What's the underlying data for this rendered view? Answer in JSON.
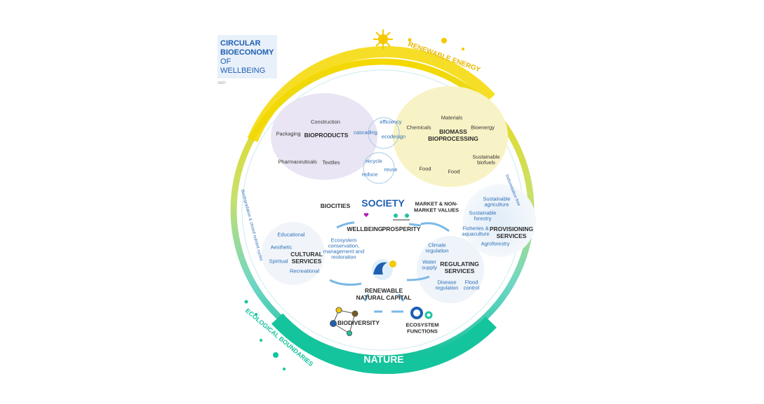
{
  "title": {
    "line1": "CIRCULAR",
    "line2": "BIOECONOMY",
    "line3": "OF WELLBEING",
    "copyright": "©EFI"
  },
  "ring": {
    "energy": "RENEWABLE ENERGY",
    "nature": "NATURE",
    "boundaries": "ECOLOGICAL BOUNDARIES",
    "cycles": "Biodegradation & closed nutrient cycles",
    "deforestation": "Deforestation free"
  },
  "bioproducts": {
    "heading": "BIOPRODUCTS",
    "items": [
      "Packaging",
      "Construction",
      "Pharmaceuticals",
      "Textiles"
    ]
  },
  "circularity": {
    "outer": [
      "cascading",
      "efficiency",
      "ecodesign"
    ],
    "inner": [
      "recycle",
      "reuse",
      "reduce"
    ]
  },
  "biomass": {
    "heading1": "BIOMASS",
    "heading2": "BIOPROCESSING",
    "items": [
      "Chemicals",
      "Materials",
      "Bioenergy",
      "Food",
      "Food"
    ],
    "biofuels1": "Sustainable",
    "biofuels2": "biofuels"
  },
  "society": {
    "heading": "SOCIETY",
    "biocities": "BIOCITIES",
    "market1": "MARKET & NON-",
    "market2": "MARKET VALUES",
    "wellbeing": "WELLBEING",
    "prosperity": "PROSPERITY"
  },
  "cultural": {
    "heading1": "CULTURAL",
    "heading2": "SERVICES",
    "items": [
      "Educational",
      "Aesthetic",
      "Spiritual",
      "Recreational"
    ]
  },
  "conservation": [
    "Ecosystem",
    "conservation,",
    "management and",
    "restoration"
  ],
  "capital": {
    "line1": "RENEWABLE",
    "line2": "NATURAL CAPITAL"
  },
  "regulating": {
    "heading1": "REGULATING",
    "heading2": "SERVICES",
    "items": [
      [
        "Climate",
        "regulation"
      ],
      [
        "Water",
        "supply"
      ],
      [
        "Disease",
        "regulation"
      ],
      [
        "Flood",
        "control"
      ]
    ]
  },
  "provisioning": {
    "heading1": "PROVISIONING",
    "heading2": "SERVICES",
    "items": [
      [
        "Sustainable",
        "agriculture"
      ],
      [
        "Sustainable",
        "forestry"
      ],
      [
        "Fisheries &",
        "aquaculture"
      ],
      [
        "Agroforestry",
        ""
      ]
    ]
  },
  "nature": {
    "biodiversity": "BIODIVERSITY",
    "functions1": "ECOSYSTEM",
    "functions2": "FUNCTIONS"
  },
  "colors": {
    "blue": "#1f5fb3",
    "yellow": "#f2d200",
    "green": "#1fc4a0"
  }
}
